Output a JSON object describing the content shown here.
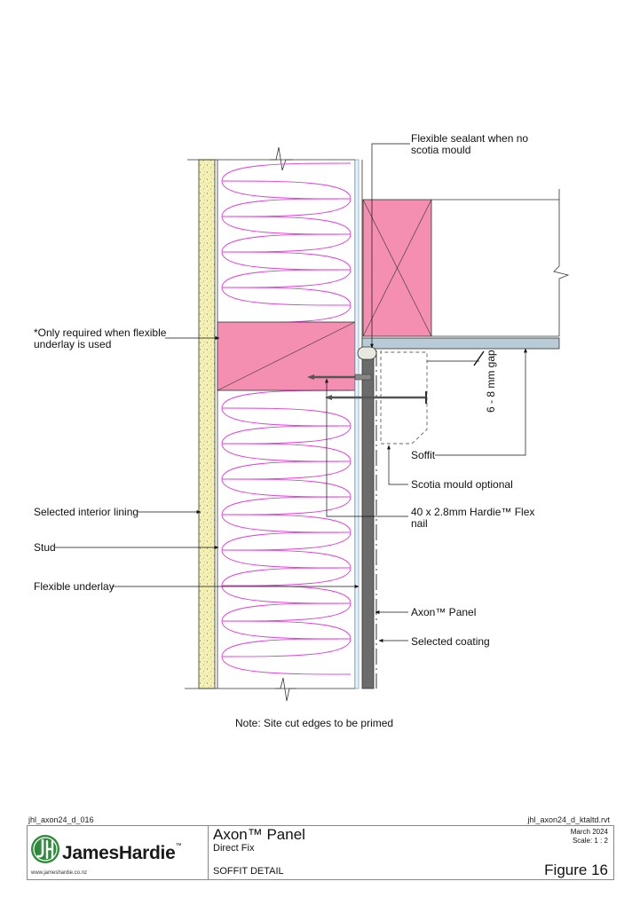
{
  "labels": {
    "sealant_line1": "Flexible sealant when no",
    "sealant_line2": "scotia mould",
    "only_required_line1": "*Only required when flexible",
    "only_required_line2": "underlay is used",
    "gap": "6 - 8 mm gap",
    "soffit": "Soffit",
    "scotia": "Scotia mould optional",
    "nail_line1": "40 x 2.8mm Hardie™ Flex",
    "nail_line2": "nail",
    "interior_lining": "Selected interior lining",
    "stud": "Stud",
    "flexible_underlay": "Flexible underlay",
    "axon_panel": "Axon™ Panel",
    "coating": "Selected coating"
  },
  "note": "Note: Site cut edges to be primed",
  "titleblock": {
    "ref_left": "jhl_axon24_d_016",
    "ref_right": "jhl_axon24_d_ktaltd.rvt",
    "brand": "JamesHardie",
    "brand_tm": "™",
    "url": "www.jameshardie.co.nz",
    "title": "Axon™ Panel",
    "subtitle": "Direct Fix",
    "detail": "SOFFIT DETAIL",
    "date": "March 2024",
    "scale": "Scale: 1 : 2",
    "figure": "Figure 16"
  },
  "colors": {
    "lining": "#f5f0b4",
    "timber": "#f48fb1",
    "insulation": "#e040d8",
    "panel": "#6b6b6b",
    "soffit": "#b8cbd6",
    "brand_green": "#2e8b3a"
  }
}
